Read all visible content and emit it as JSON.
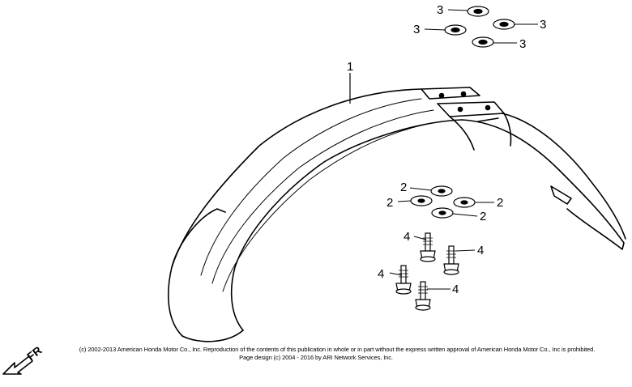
{
  "callouts": {
    "p1": "1",
    "p2": [
      "2",
      "2",
      "2",
      "2"
    ],
    "p3": [
      "3",
      "3",
      "3",
      "3"
    ],
    "p4": [
      "4",
      "4",
      "4",
      "4"
    ]
  },
  "direction_label": "FR",
  "footer": {
    "copyright": "(c) 2002-2013 American Honda Motor Co., Inc. Reproduction of the contents of this publication in whole or in part without the express written approval of American Honda Motor Co., Inc is prohibited.",
    "page_design": "Page design (c) 2004 - 2016 by ARI Network Services, Inc."
  },
  "colors": {
    "line": "#000000",
    "background": "#ffffff"
  }
}
